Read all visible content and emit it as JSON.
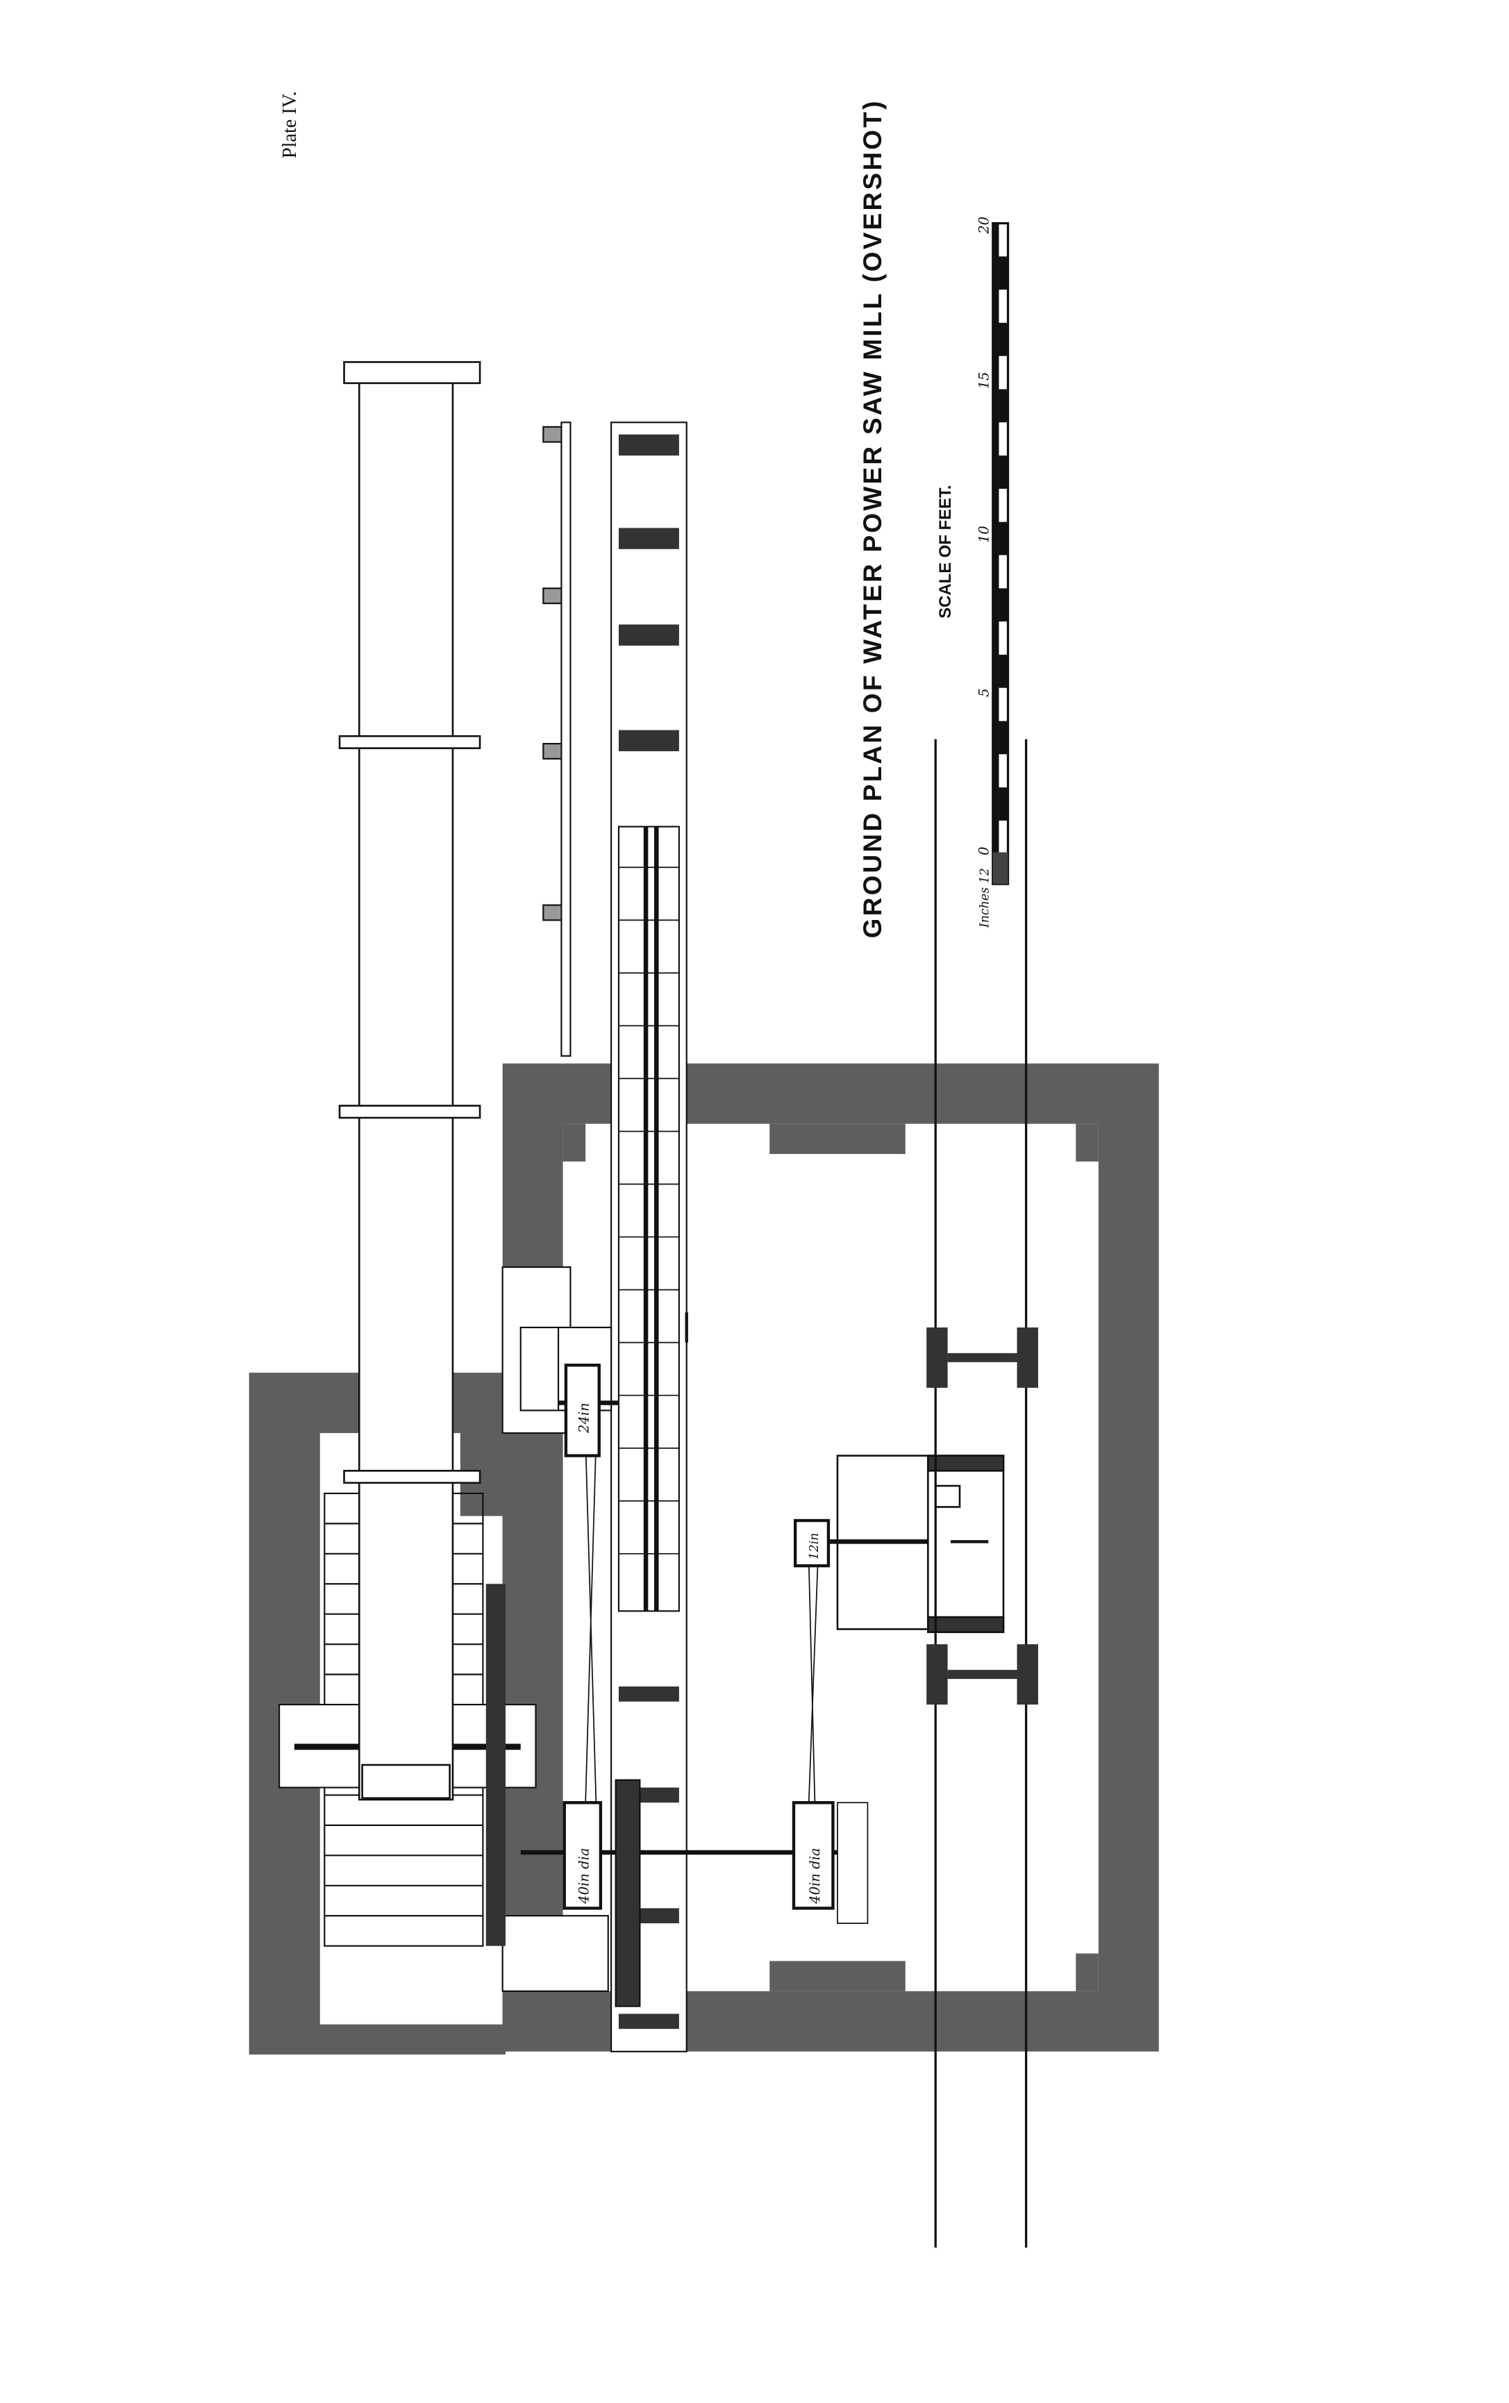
{
  "plate_label": "Plate IV.",
  "title": "GROUND PLAN OF WATER POWER SAW MILL (OVERSHOT)",
  "scale": {
    "title": "SCALE OF FEET.",
    "inches_label": "Inches 12",
    "ticks": [
      "0",
      "5",
      "10",
      "15",
      "20"
    ]
  },
  "pulleys": {
    "p1": "24in",
    "p2": "12in",
    "p3": "40in dia",
    "p4": "40in dia"
  },
  "colors": {
    "wall": "#5e5e5e",
    "ink": "#111111",
    "paper": "#ffffff"
  }
}
